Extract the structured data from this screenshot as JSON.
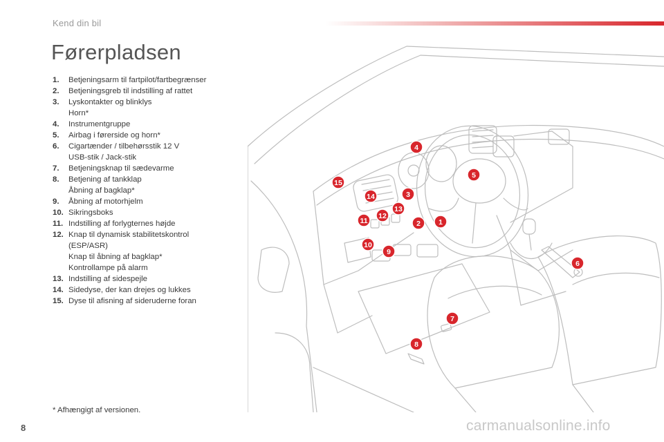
{
  "header": {
    "section": "Kend din bil"
  },
  "title": "Førerpladsen",
  "legend": [
    {
      "num": "1.",
      "lines": [
        "Betjeningsarm til fartpilot/fartbegrænser"
      ]
    },
    {
      "num": "2.",
      "lines": [
        "Betjeningsgreb til indstilling af rattet"
      ]
    },
    {
      "num": "3.",
      "lines": [
        "Lyskontakter og blinklys",
        "Horn*"
      ]
    },
    {
      "num": "4.",
      "lines": [
        "Instrumentgruppe"
      ]
    },
    {
      "num": "5.",
      "lines": [
        "Airbag i førerside og horn*"
      ]
    },
    {
      "num": "6.",
      "lines": [
        "Cigartænder / tilbehørsstik 12 V",
        "USB-stik / Jack-stik"
      ]
    },
    {
      "num": "7.",
      "lines": [
        "Betjeningsknap til sædevarme"
      ]
    },
    {
      "num": "8.",
      "lines": [
        "Betjening af tankklap",
        "Åbning af bagklap*"
      ]
    },
    {
      "num": "9.",
      "lines": [
        "Åbning af motorhjelm"
      ]
    },
    {
      "num": "10.",
      "lines": [
        "Sikringsboks"
      ]
    },
    {
      "num": "11.",
      "lines": [
        "Indstilling af forlygternes højde"
      ]
    },
    {
      "num": "12.",
      "lines": [
        "Knap til dynamisk stabilitetskontrol",
        "(ESP/ASR)",
        "Knap til åbning af bagklap*",
        "Kontrollampe på alarm"
      ]
    },
    {
      "num": "13.",
      "lines": [
        "Indstilling af sidespejle"
      ]
    },
    {
      "num": "14.",
      "lines": [
        "Sidedyse, der kan drejes og lukkes"
      ]
    },
    {
      "num": "15.",
      "lines": [
        "Dyse til afisning af sideruderne foran"
      ]
    }
  ],
  "footnote": "* Afhængigt af versionen.",
  "page_number": "8",
  "watermark": "carmanualsonline.info",
  "callouts": [
    "1",
    "2",
    "3",
    "4",
    "5",
    "6",
    "7",
    "8",
    "9",
    "10",
    "11",
    "12",
    "13",
    "14",
    "15"
  ],
  "colors": {
    "accent": "#d8262c",
    "callout": "#d8262c",
    "drawing": "#bdbdbd"
  }
}
